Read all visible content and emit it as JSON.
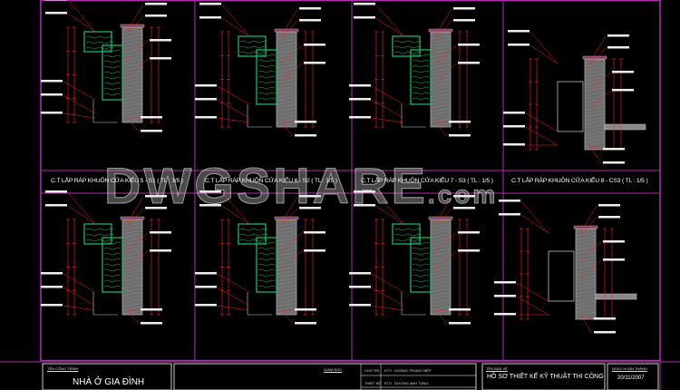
{
  "colors": {
    "frame": "#b030b0",
    "wood": "#20c070",
    "wall": "#808080",
    "dim": "#ff2020",
    "text": "#ffffff",
    "accent": "#ffd040",
    "background": "#000000"
  },
  "row_titles": [
    "C.T LẮP RÁP KHUÔN CỬA KIỂU 5 - S1 ( TL : 1/5 )",
    "C.T LẮP RÁP KHUÔN CỬA KIỂU 6 - S2 ( TL : 1/5 )",
    "C.T LẮP RÁP KHUÔN CỬA KIỂU 7 - S3 ( TL : 1/5 )",
    "C.T LẮP RÁP KHUÔN CỬA KIỂU 8 - CS3 ( TL : 1/5 )"
  ],
  "watermark": {
    "main": "DWGSHARE",
    "suffix": ".com"
  },
  "title_block": {
    "project_label": "TÊN CÔNG TRÌNH",
    "project_name": "NHÀ Ở GIA ĐÌNH",
    "director_label": "GIÁM ĐỐC",
    "lead_label": "CHỦ TRÌ",
    "lead_name": "KTS . HOÀNG TRUNG HIỆP",
    "designer_label": "THIẾT KẾ",
    "designer_name": "KTS . DƯƠNG ANH TÙNG",
    "drawing_label": "TÊN BẢN VẼ",
    "drawing_name": "HỒ SƠ THIẾT KẾ KỸ THUẬT THI CÔNG",
    "date_label": "NGÀY HOÀN THÀNH",
    "date": "20/11/2007"
  }
}
